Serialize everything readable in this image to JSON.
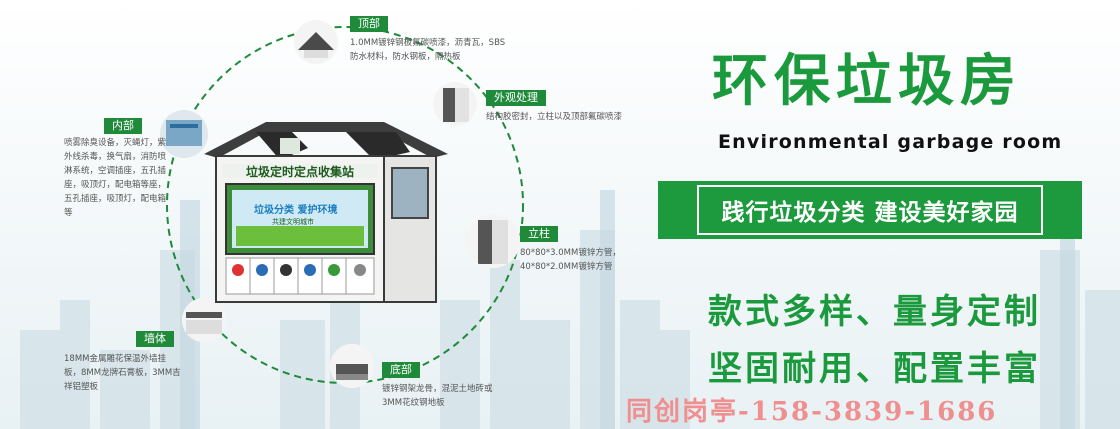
{
  "title": "环保垃圾房",
  "subtitle_en": "Environmental garbage room",
  "slogan": "践行垃圾分类  建设美好家园",
  "features": [
    "款式多样、量身定制",
    "坚固耐用、配置丰富"
  ],
  "contact": "同创岗亭-158-3839-1686",
  "kiosk": {
    "sign": "垃圾定时定点收集站",
    "screen_title": "垃圾分类 爱护环境",
    "screen_sub": "共建文明城市"
  },
  "callouts": {
    "top": {
      "label": "顶部",
      "lines": [
        "1.0MM镀锌钢板氟碳喷漆，沥青瓦，SBS",
        "防水材料，防水钢板，隔热板"
      ]
    },
    "exterior": {
      "label": "外观处理",
      "lines": [
        "结构胶密封，立柱以及顶部氟碳喷漆"
      ]
    },
    "interior": {
      "label": "内部",
      "lines": [
        "喷雾除臭设备，灭蝇灯，紫",
        "外线杀毒，换气扇，消防喷",
        "淋系统，空调插座，五孔插",
        "座，吸顶灯，配电箱等座，",
        "五孔插座，吸顶灯，配电箱",
        "等"
      ]
    },
    "column": {
      "label": "立柱",
      "lines": [
        "80*80*3.0MM镀锌方管，",
        "40*80*2.0MM镀锌方管"
      ]
    },
    "wall": {
      "label": "墙体",
      "lines": [
        "18MM金属雕花保温外墙挂",
        "板，8MM龙牌石膏板，3MM吉",
        "祥铝塑板"
      ]
    },
    "bottom": {
      "label": "底部",
      "lines": [
        "镀锌钢架龙骨，混泥土地砖或",
        "3MM花纹钢地板"
      ]
    }
  },
  "colors": {
    "brand_green": "#1a9a3c",
    "bar_green": "#1e9a3e",
    "contact": "#f08f8f"
  }
}
